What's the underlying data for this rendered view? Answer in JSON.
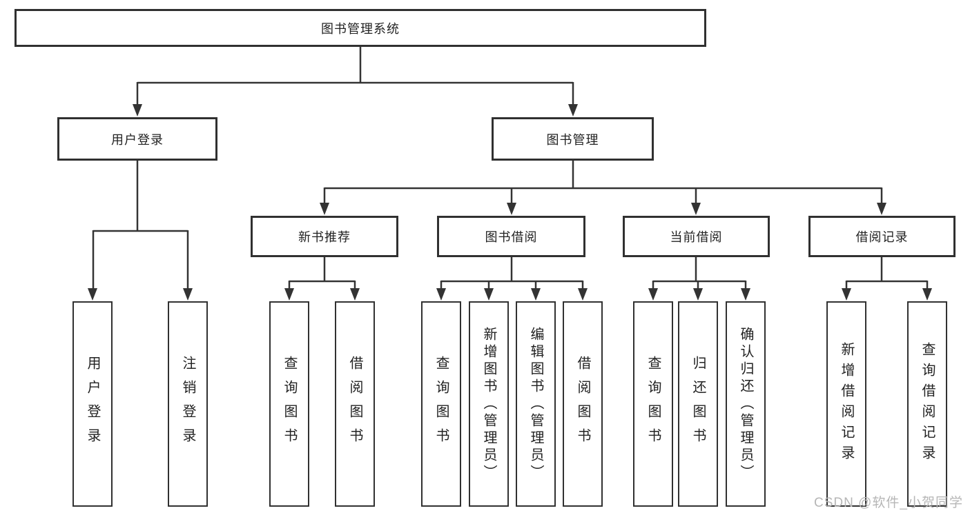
{
  "diagram": {
    "root": {
      "label": "图书管理系统"
    },
    "branches": [
      {
        "label": "用户登录",
        "leaves": [
          "用户登录",
          "注销登录"
        ]
      },
      {
        "label": "图书管理",
        "groups": [
          {
            "label": "新书推荐",
            "leaves": [
              "查询图书",
              "借阅图书"
            ]
          },
          {
            "label": "图书借阅",
            "leaves": [
              "查询图书",
              "新增图书（管理员）",
              "编辑图书（管理员）",
              "借阅图书"
            ]
          },
          {
            "label": "当前借阅",
            "leaves": [
              "查询图书",
              "归还图书",
              "确认归还（管理员）"
            ]
          },
          {
            "label": "借阅记录",
            "leaves": [
              "新增借阅记录",
              "查询借阅记录"
            ]
          }
        ]
      }
    ]
  },
  "watermark": {
    "text": "CSDN @软件_小贺同学",
    "color": "#b6b6b6"
  },
  "colors": {
    "line": "#333333",
    "box_border": "#303030",
    "box_fill": "#ffffff",
    "text": "#222222",
    "background": "#ffffff"
  }
}
